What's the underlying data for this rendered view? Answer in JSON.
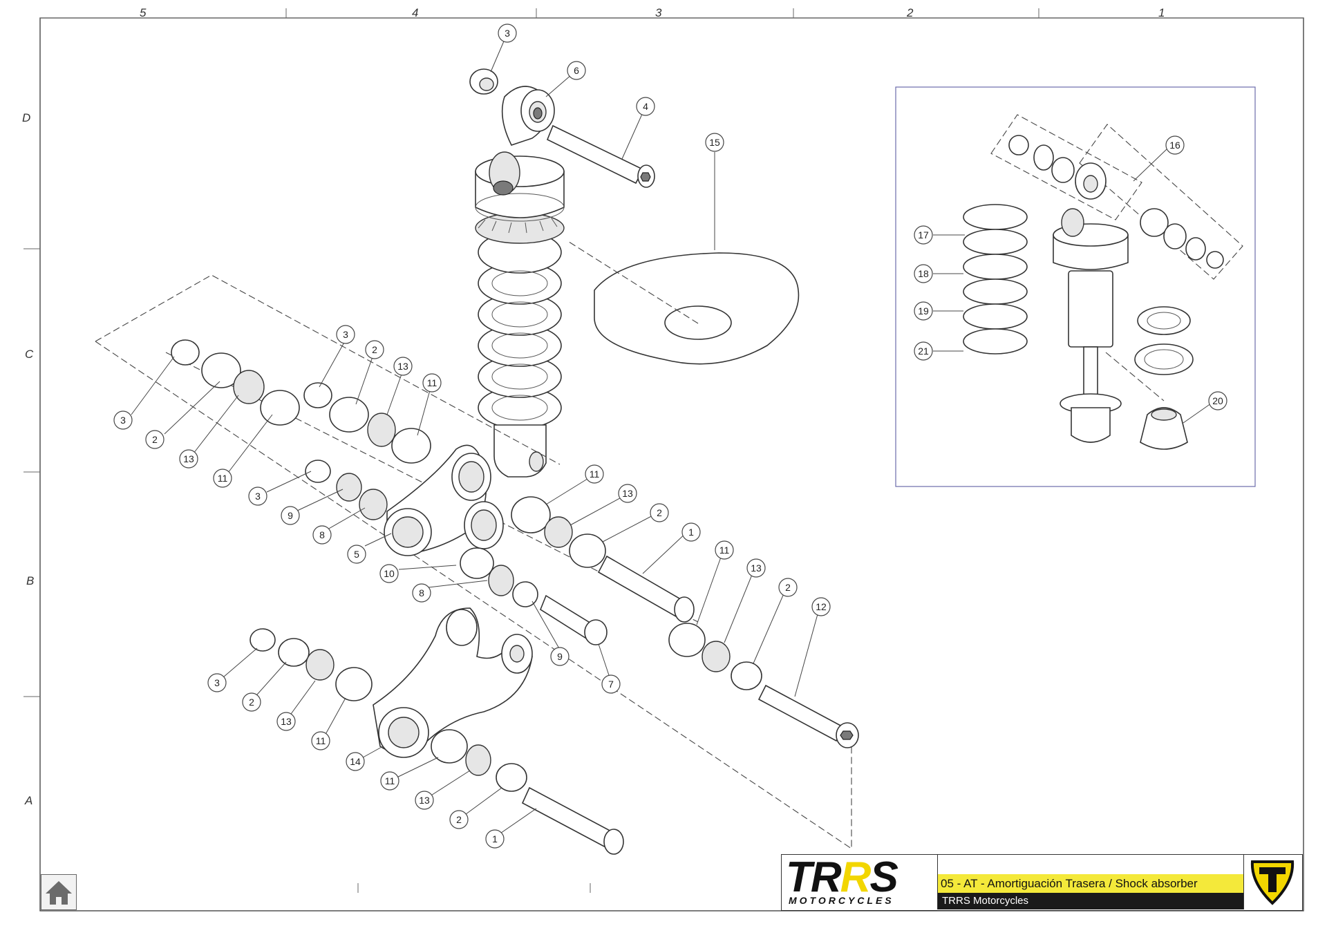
{
  "frame": {
    "column_labels": [
      "5",
      "4",
      "3",
      "2",
      "1"
    ],
    "row_labels": [
      "D",
      "C",
      "B",
      "A"
    ]
  },
  "callouts": {
    "main": [
      "3",
      "6",
      "4",
      "15",
      "3",
      "2",
      "13",
      "11",
      "3",
      "2",
      "13",
      "11",
      "3",
      "9",
      "8",
      "5",
      "10",
      "8",
      "9",
      "7",
      "11",
      "13",
      "2",
      "1",
      "11",
      "13",
      "2",
      "12",
      "3",
      "2",
      "13",
      "11",
      "14",
      "11",
      "13",
      "2",
      "1"
    ],
    "inset": [
      "16",
      "17",
      "18",
      "19",
      "21",
      "20"
    ]
  },
  "title_block": {
    "brand_prefix": "TR",
    "brand_accent": "R",
    "brand_suffix": "S",
    "brand_sub": "MOTORCYCLES",
    "drawing_title": "05 - AT - Amortiguación Trasera / Shock absorber",
    "company": "TRRS Motorcycles"
  },
  "colors": {
    "accent": "#f4e93a",
    "dark": "#1a1a1a",
    "emblem_yellow": "#f2d600"
  },
  "icons": {
    "home": "home-icon",
    "emblem": "trrs-emblem-icon"
  }
}
